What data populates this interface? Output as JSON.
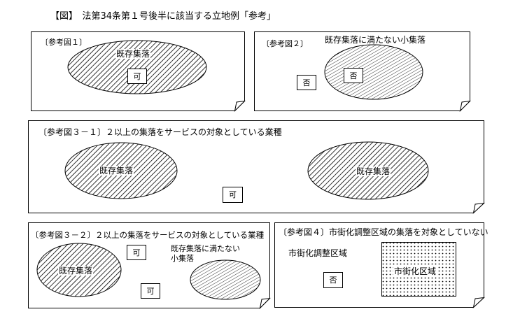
{
  "title": "【図】　法第34条第１号後半に該当する立地例「参考」",
  "panels": {
    "p1": {
      "label": "〔参考図１〕",
      "ellipse_label": "既存集落",
      "mark": "可"
    },
    "p2": {
      "label": "〔参考図２〕",
      "ellipse_label": "既存集落に満たない小集落",
      "mark_left": "否",
      "mark_in": "否"
    },
    "p31": {
      "label": "〔参考図３－１〕２以上の集落をサービスの対象としている業種",
      "left_label": "既存集落",
      "right_label": "既存集落",
      "mark": "可"
    },
    "p32": {
      "label": "〔参考図３－２〕２以上の集落をサービスの対象としている業種",
      "left_label": "既存集落",
      "small_label_1": "既存集落に満たない",
      "small_label_2": "小集落",
      "mark_top": "可",
      "mark_bottom": "可"
    },
    "p4": {
      "label": "〔参考図４〕市街化調整区域の集落を対象としていない",
      "region_label": "市街化調整区域",
      "inner_label": "市街化区域",
      "mark": "否"
    }
  }
}
